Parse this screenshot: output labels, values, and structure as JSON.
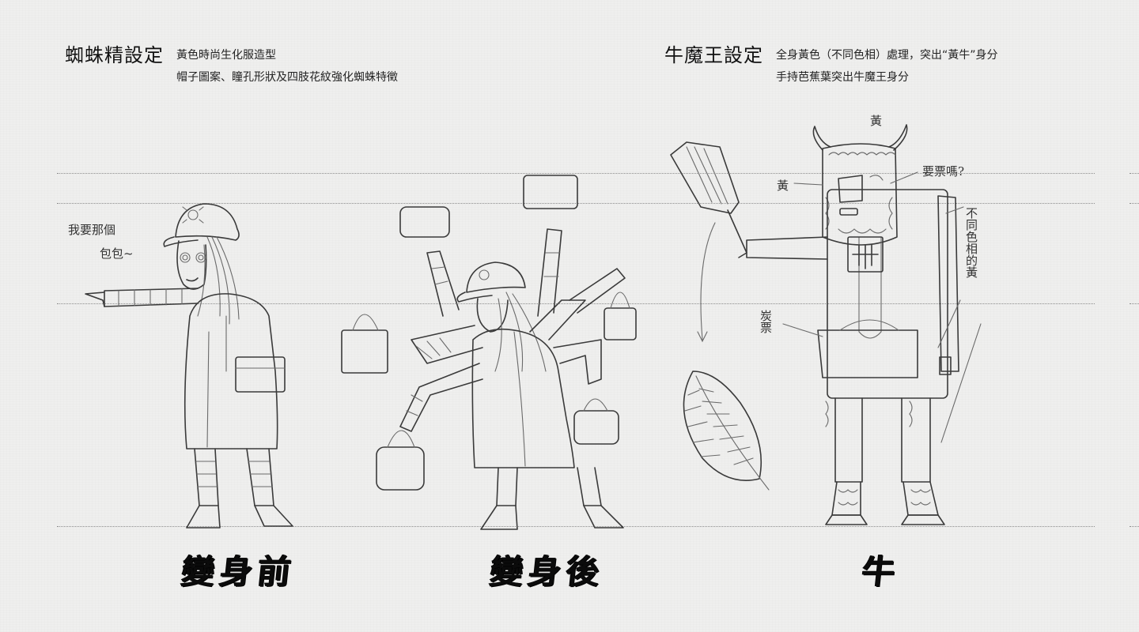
{
  "spider": {
    "title": "蜘蛛精設定",
    "note1": "黃色時尚生化服造型",
    "note2": "帽子圖案、瞳孔形狀及四肢花紋強化蜘蛛特徵"
  },
  "bull": {
    "title": "牛魔王設定",
    "note1": "全身黃色（不同色相）處理，突出“黃牛”身分",
    "note2": "手持芭蕉葉突出牛魔王身分"
  },
  "captions": {
    "before": "變身前",
    "after": "變身後",
    "bull": "牛"
  },
  "annotations": {
    "speech_line1": "我要那個",
    "speech_line2": "包包~",
    "yellow_top": "黃",
    "yellow_left": "黃",
    "ticket_question": "要票嗎?",
    "different_hue": "不同色相的黃",
    "tickets": "炭票"
  }
}
